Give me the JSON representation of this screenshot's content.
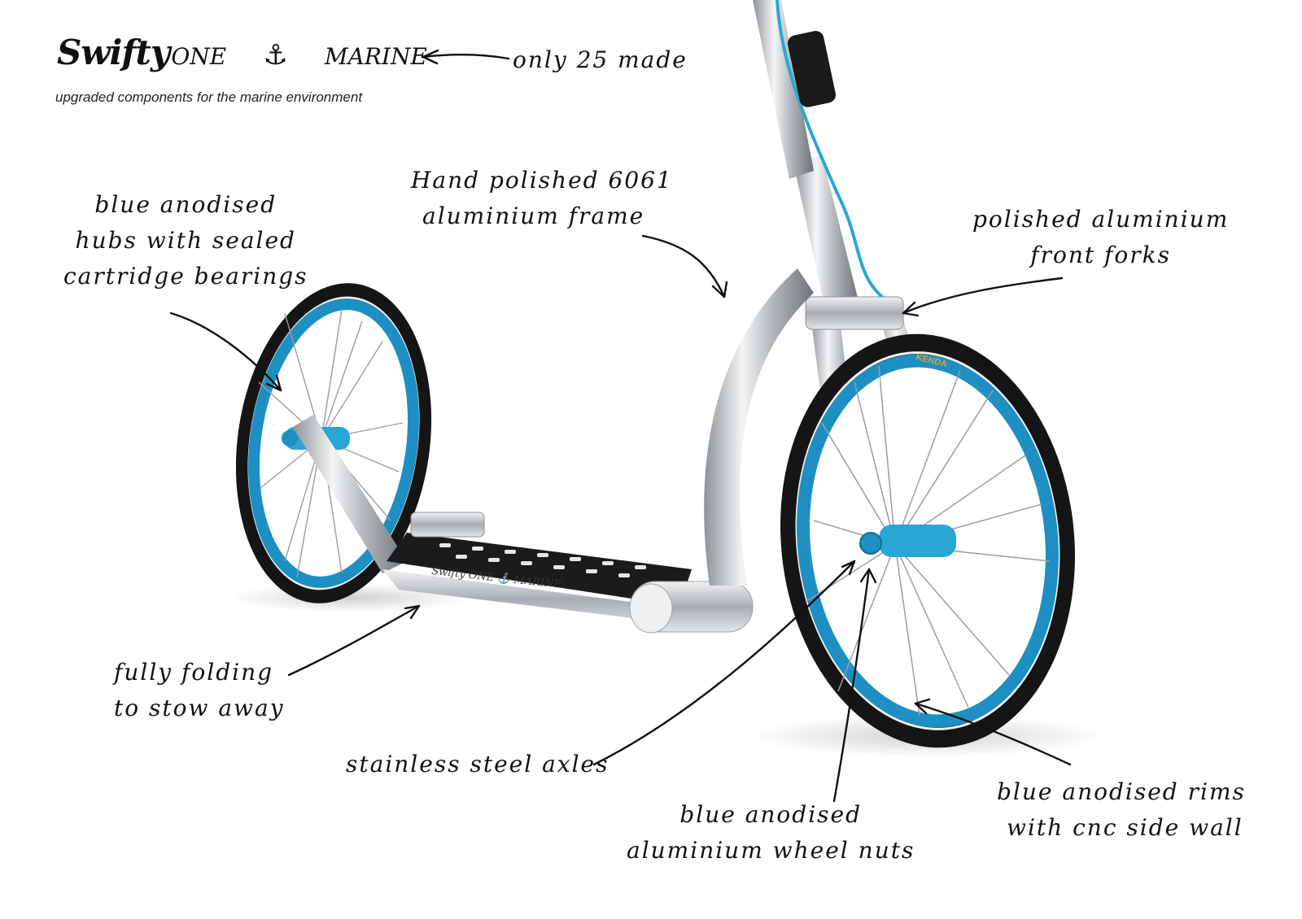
{
  "brand": {
    "swifty": "Swifty",
    "one": "ONE",
    "marine": "MARINE",
    "tagline": "upgraded components for the marine environment"
  },
  "annotations": {
    "limited": "only 25 made",
    "frame": [
      "Hand polished 6061",
      "aluminium frame"
    ],
    "hubs": [
      "blue anodised",
      "hubs with sealed",
      "cartridge bearings"
    ],
    "forks": [
      "polished aluminium",
      "front forks"
    ],
    "folding": [
      "fully folding",
      "to stow away"
    ],
    "axles": "stainless steel axles",
    "nuts": [
      "blue anodised",
      "aluminium wheel nuts"
    ],
    "rims": [
      "blue anodised rims",
      "with cnc side wall"
    ]
  },
  "deck_logo": {
    "text": "Swifty ONE ⚓ MARINE"
  },
  "tyre_brand": "KENDA",
  "colors": {
    "accent_blue": "#2aa6d6",
    "rim_blue": "#1d8fc2",
    "tyre": "#141414",
    "aluminium": "#c9ccd0"
  },
  "icons": {
    "anchor": "anchor-icon"
  }
}
